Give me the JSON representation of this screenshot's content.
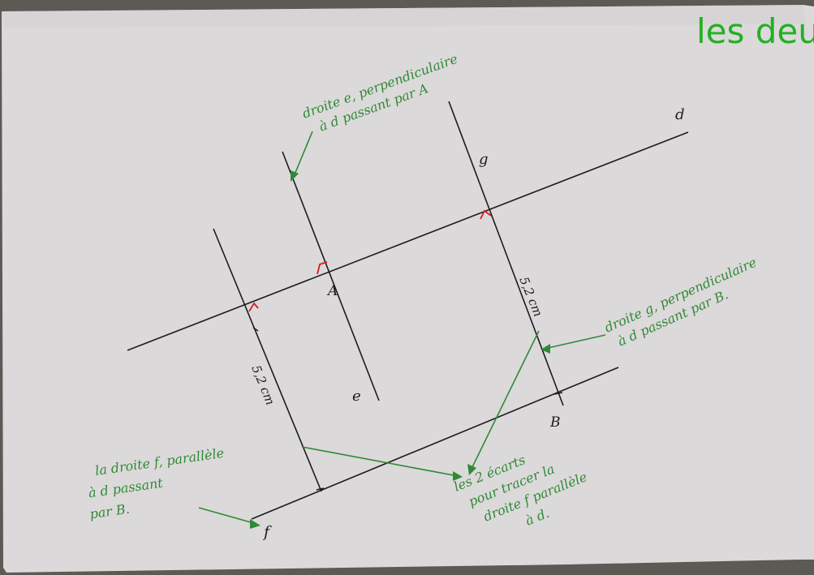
{
  "slide": {
    "title": "les deu"
  },
  "colors": {
    "paper": "#dcd9da",
    "ink": "#1c1c1c",
    "annotation": "#2e8a36",
    "right_angle": "#d21f1f",
    "title": "#22b022"
  },
  "lines": {
    "d": "d",
    "e": "e",
    "g": "g",
    "f": "f"
  },
  "points": {
    "A": "A",
    "B": "B"
  },
  "measures": {
    "left": "5,2 cm",
    "right": "5,2 cm"
  },
  "annotations": {
    "e_desc": [
      "droite e, perpendiculaire",
      "à d passant par A"
    ],
    "g_desc": [
      "droite g, perpendiculaire",
      "à d passant par B."
    ],
    "f_desc": [
      "la droite f, parallèle",
      "à d passant",
      "par B."
    ],
    "gaps_desc": [
      "les 2 écarts",
      "pour tracer la",
      "droite f parallèle",
      "à d."
    ]
  }
}
